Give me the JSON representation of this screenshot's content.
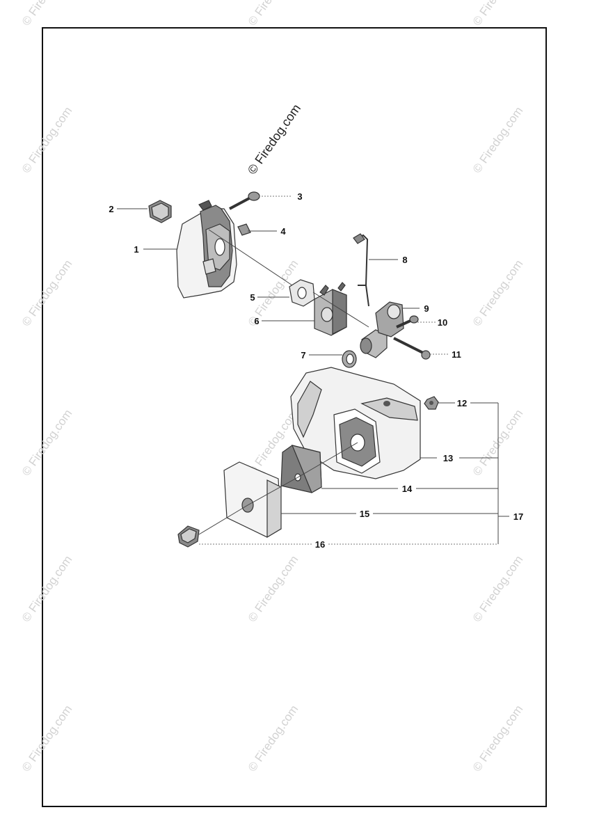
{
  "watermark": {
    "main": "© Firedog.com",
    "repeat": "© Firedog.com"
  },
  "callouts": [
    {
      "id": "c1",
      "label": "1"
    },
    {
      "id": "c2",
      "label": "2"
    },
    {
      "id": "c3",
      "label": "3"
    },
    {
      "id": "c4",
      "label": "4"
    },
    {
      "id": "c5",
      "label": "5"
    },
    {
      "id": "c6",
      "label": "6"
    },
    {
      "id": "c7",
      "label": "7"
    },
    {
      "id": "c8",
      "label": "8"
    },
    {
      "id": "c9",
      "label": "9"
    },
    {
      "id": "c10",
      "label": "10"
    },
    {
      "id": "c11",
      "label": "11"
    },
    {
      "id": "c12",
      "label": "12"
    },
    {
      "id": "c13",
      "label": "13"
    },
    {
      "id": "c14",
      "label": "14"
    },
    {
      "id": "c15",
      "label": "15"
    },
    {
      "id": "c16",
      "label": "16"
    },
    {
      "id": "c17",
      "label": "17"
    }
  ],
  "parts": [
    {
      "id": "p1",
      "icon": "carburetor-cover-icon"
    },
    {
      "id": "p2",
      "icon": "grommet-icon"
    },
    {
      "id": "p3",
      "icon": "screw-icon"
    },
    {
      "id": "p4",
      "icon": "nut-plate-icon"
    },
    {
      "id": "p5",
      "icon": "gasket-icon"
    },
    {
      "id": "p6",
      "icon": "carburetor-icon"
    },
    {
      "id": "p7",
      "icon": "seal-ring-icon"
    },
    {
      "id": "p8",
      "icon": "throttle-rod-icon"
    },
    {
      "id": "p9",
      "icon": "intake-adapter-icon"
    },
    {
      "id": "p10",
      "icon": "screw-icon"
    },
    {
      "id": "p11",
      "icon": "bolt-icon"
    },
    {
      "id": "p12",
      "icon": "nut-icon"
    },
    {
      "id": "p13",
      "icon": "air-filter-housing-icon"
    },
    {
      "id": "p14",
      "icon": "air-filter-icon"
    },
    {
      "id": "p15",
      "icon": "air-filter-cover-icon"
    },
    {
      "id": "p16",
      "icon": "knob-icon"
    }
  ],
  "colors": {
    "line": "#333333",
    "fill_light": "#f2f2f2",
    "fill_mid": "#cfcfcf",
    "fill_dark": "#8a8a8a",
    "watermark": "#d2d2d2"
  }
}
